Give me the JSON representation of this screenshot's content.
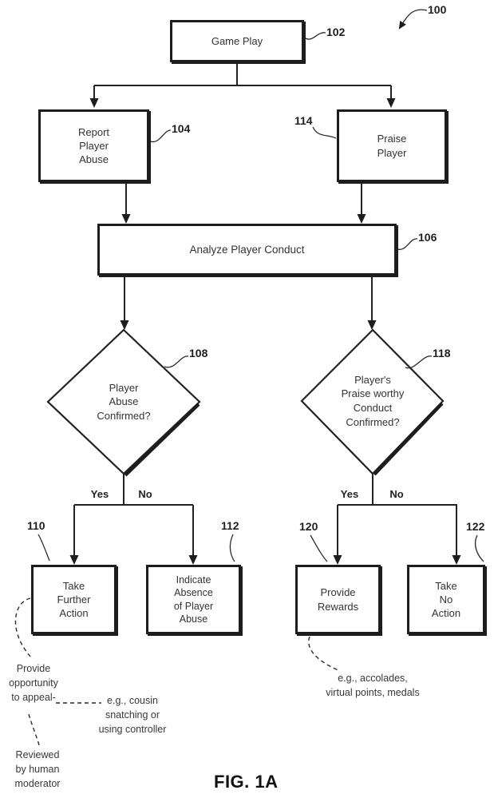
{
  "figure": {
    "ref": "100",
    "label": "FIG. 1A"
  },
  "nodes": {
    "game_play": {
      "ref": "102",
      "label": "Game Play"
    },
    "report_abuse": {
      "ref": "104",
      "label": "Report\nPlayer\nAbuse"
    },
    "praise_player": {
      "ref": "114",
      "label": "Praise\nPlayer"
    },
    "analyze_conduct": {
      "ref": "106",
      "label": "Analyze Player Conduct"
    },
    "abuse_confirmed": {
      "ref": "108",
      "label": "Player\nAbuse\nConfirmed?"
    },
    "praise_confirmed": {
      "ref": "118",
      "label": "Player's\nPraise worthy\nConduct\nConfirmed?"
    },
    "take_further_action": {
      "ref": "110",
      "label": "Take\nFurther\nAction"
    },
    "indicate_absence": {
      "ref": "112",
      "label": "Indicate\nAbsence\nof Player\nAbuse"
    },
    "provide_rewards": {
      "ref": "120",
      "label": "Provide\nRewards"
    },
    "take_no_action": {
      "ref": "122",
      "label": "Take\nNo\nAction"
    }
  },
  "branch_labels": {
    "abuse_yes": "Yes",
    "abuse_no": "No",
    "praise_yes": "Yes",
    "praise_no": "No"
  },
  "annotations": {
    "appeal": "Provide\nopportunity\nto appeal-",
    "abuse_examples": "e.g., cousin\nsnatching or\nusing controller",
    "moderator": "Reviewed\nby human\nmoderator",
    "reward_examples": "e.g., accolades,\nvirtual points, medals"
  },
  "colors": {
    "ink": "#222222",
    "background": "#ffffff"
  }
}
